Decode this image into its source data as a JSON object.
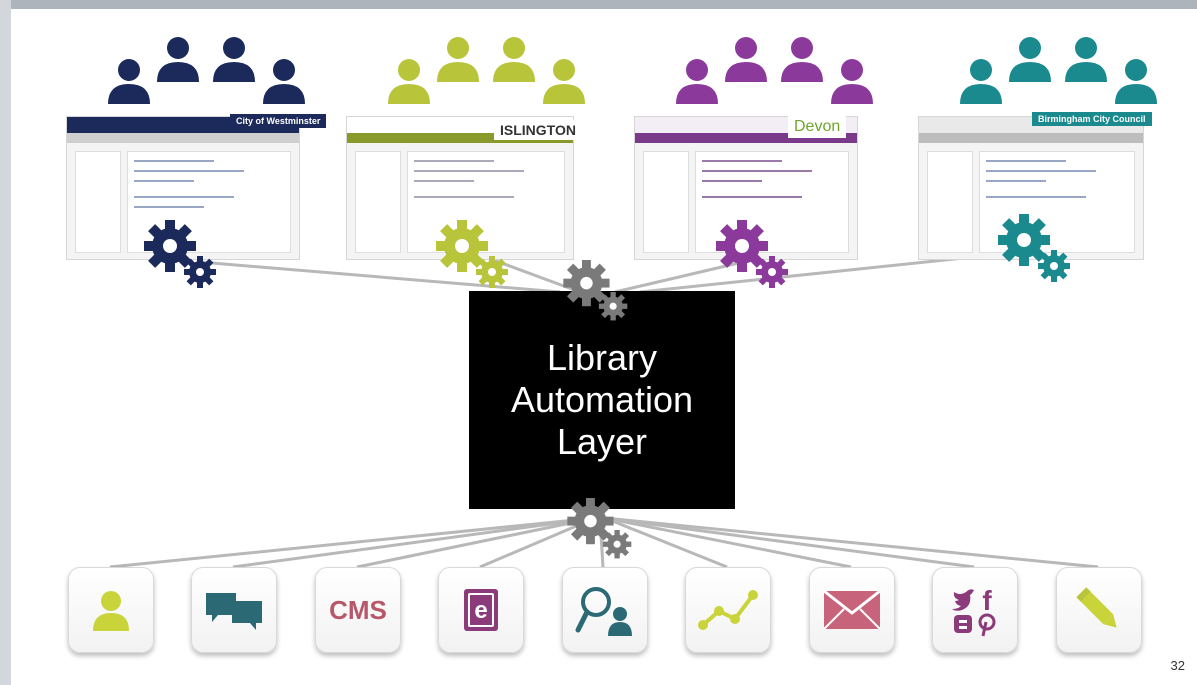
{
  "colors": {
    "westminster": "#1b2a5a",
    "islington": "#b8c43a",
    "devon": "#8b3a9c",
    "birmingham": "#1a8a8e",
    "gear_gray": "#7a7a7a",
    "line_gray": "#b5b5b5",
    "icon_green": "#c9d43a",
    "icon_teal": "#2b6a75",
    "icon_rose": "#b8566a",
    "icon_purple": "#8b3a7a"
  },
  "council_sites": [
    {
      "badge": "City of Westminster",
      "color": "#1b2a5a"
    },
    {
      "badge": "ISLINGTON",
      "color": "#b8c43a"
    },
    {
      "badge": "Devon",
      "color": "#8b3a9c"
    },
    {
      "badge": "Birmingham City Council",
      "color": "#1a8a8e"
    }
  ],
  "central_layer": {
    "line1": "Library",
    "line2": "Automation",
    "line3": "Layer"
  },
  "service_icons": [
    {
      "name": "user-icon"
    },
    {
      "name": "chat-icon"
    },
    {
      "name": "cms-icon",
      "label": "CMS"
    },
    {
      "name": "ebook-icon",
      "label": "e"
    },
    {
      "name": "search-user-icon"
    },
    {
      "name": "analytics-icon"
    },
    {
      "name": "mail-icon"
    },
    {
      "name": "social-icon",
      "label": "f"
    },
    {
      "name": "pencil-icon"
    }
  ],
  "page_number": "32"
}
